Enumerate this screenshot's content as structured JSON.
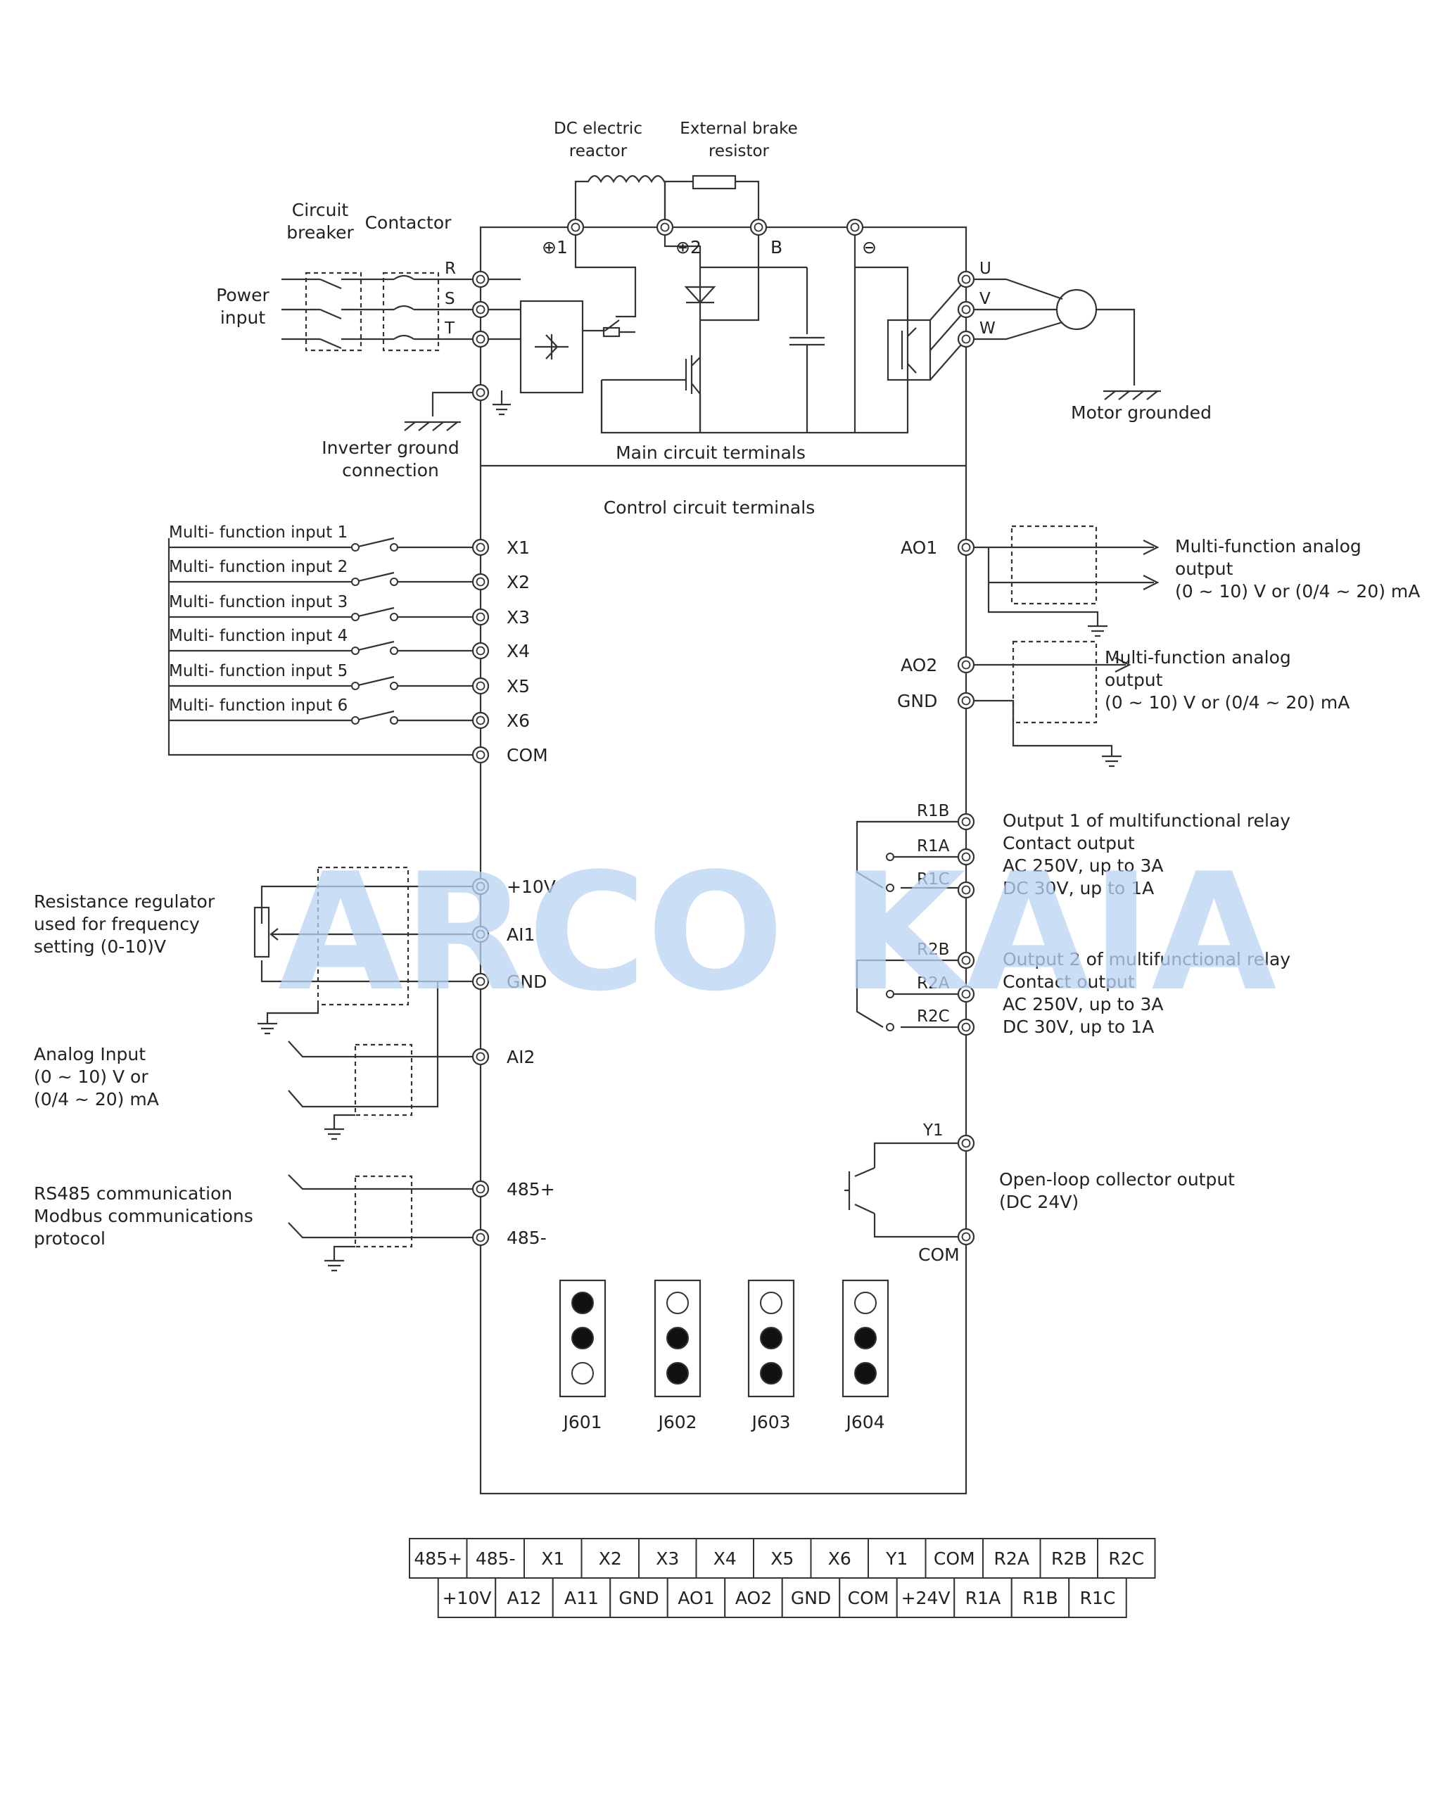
{
  "watermark": "ARCO KAIA",
  "main": {
    "dc_reactor": "DC electric\nreactor",
    "brake_resistor": "External brake\nresistor",
    "circuit_breaker": "Circuit\nbreaker",
    "contactor": "Contactor",
    "power_input": "Power\ninput",
    "motor_grounded": "Motor grounded",
    "inverter_ground": "Inverter ground\nconnection",
    "main_terminals": "Main circuit terminals",
    "control_terminals": "Control circuit terminals",
    "phase_in": [
      "R",
      "S",
      "T"
    ],
    "phase_out": [
      "U",
      "V",
      "W"
    ],
    "bus_labels": [
      "⊕1",
      "⊕2",
      "B",
      "⊖"
    ]
  },
  "inputs": {
    "labels": [
      "Multi- function input 1",
      "Multi- function input 2",
      "Multi- function input 3",
      "Multi- function input 4",
      "Multi- function input 5",
      "Multi- function input 6"
    ],
    "terminals": [
      "X1",
      "X2",
      "X3",
      "X4",
      "X5",
      "X6",
      "COM"
    ]
  },
  "analog": {
    "resistance_label": "Resistance regulator\nused for frequency\nsetting (0-10)V",
    "terminals": [
      "+10V",
      "AI1",
      "GND",
      "AI2"
    ],
    "analog_input_label": "Analog Input\n(0 ~ 10) V or\n(0/4 ~ 20) mA"
  },
  "rs485": {
    "label": "RS485 communication\nModbus communications\nprotocol",
    "terminals": [
      "485+",
      "485-"
    ]
  },
  "outputs": {
    "ao1": "AO1",
    "ao2": "AO2",
    "gnd": "GND",
    "ao1_label": "Multi-function analog\noutput\n(0 ~ 10) V or (0/4 ~ 20) mA",
    "ao2_label": "Multi-function analog\noutput\n(0 ~ 10) V or (0/4 ~ 20) mA",
    "relay1_terms": [
      "R1B",
      "R1A",
      "R1C"
    ],
    "relay1_label": "Output 1 of multifunctional relay\nContact output\nAC 250V, up to 3A\nDC 30V, up to 1A",
    "relay2_terms": [
      "R2B",
      "R2A",
      "R2C"
    ],
    "relay2_label": "Output 2 of multifunctional relay\nContact output\nAC 250V, up to 3A\nDC 30V, up to 1A",
    "y1": "Y1",
    "com": "COM",
    "oc_label": "Open-loop collector output\n(DC 24V)"
  },
  "jumpers": [
    {
      "name": "J601",
      "dots": [
        1,
        1,
        0
      ]
    },
    {
      "name": "J602",
      "dots": [
        0,
        1,
        1
      ]
    },
    {
      "name": "J603",
      "dots": [
        0,
        1,
        1
      ]
    },
    {
      "name": "J604",
      "dots": [
        0,
        1,
        1
      ]
    }
  ],
  "terminal_table": {
    "row1": [
      "485+",
      "485-",
      "X1",
      "X2",
      "X3",
      "X4",
      "X5",
      "X6",
      "Y1",
      "COM",
      "R2A",
      "R2B",
      "R2C"
    ],
    "row2": [
      "+10V",
      "A12",
      "A11",
      "GND",
      "AO1",
      "AO2",
      "GND",
      "COM",
      "+24V",
      "R1A",
      "R1B",
      "R1C"
    ]
  }
}
